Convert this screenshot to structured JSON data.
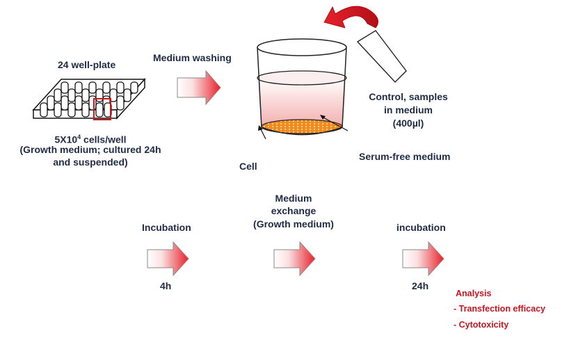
{
  "plate": {
    "title": "24 well-plate",
    "cells_prefix": "5X10",
    "cells_exp": "4",
    "cells_suffix": " cells/well",
    "note_line1": "(Growth medium; cultured 24h",
    "note_line2": "and suspended)"
  },
  "step1": {
    "label": "Medium washing"
  },
  "dish": {
    "cell_label": "Cell",
    "medium_label": "Serum-free medium",
    "sample_line1": "Control, samples",
    "sample_line2": "in medium",
    "sample_line3": "(400µl)"
  },
  "flow": {
    "incubation1": {
      "label": "Incubation",
      "time": "4h"
    },
    "exchange": {
      "line1": "Medium",
      "line2": "exchange",
      "line3": "(Growth medium)"
    },
    "incubation2": {
      "label": "incubation",
      "time": "24h"
    }
  },
  "analysis": {
    "title": "Analysis",
    "items": [
      "- Transfection efficacy",
      "- Cytotoxicity"
    ]
  },
  "colors": {
    "text": "#1f2a44",
    "accent_red": "#c8141e",
    "arrow_fill_start": "#ffffff",
    "arrow_fill_end": "#e8202a"
  }
}
